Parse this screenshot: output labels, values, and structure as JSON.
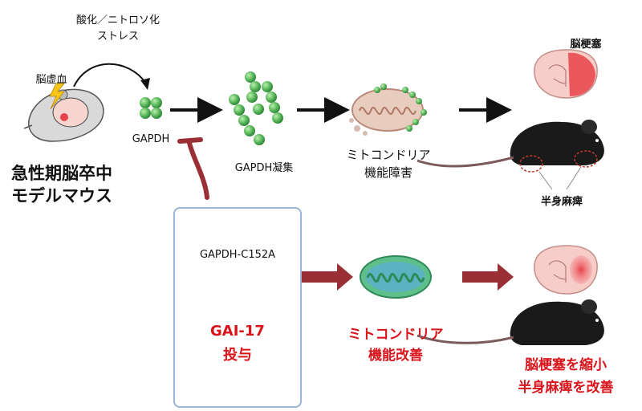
{
  "labels": {
    "oxidative_stress_line1": "酸化／ニトロソ化",
    "oxidative_stress_line2": "ストレス",
    "ischemia": "脳虚血",
    "model_line1": "急性期脳卒中",
    "model_line2": "モデルマウス",
    "gapdh": "GAPDH",
    "gapdh_aggregation": "GAPDH凝集",
    "mito_dysfunction_line1": "ミトコンドリア",
    "mito_dysfunction_line2": "機能障害",
    "infarct": "脳梗塞",
    "hemiplegia": "半身麻痺",
    "mutant": "GAPDH-C152A",
    "drug_line1": "GAI-17",
    "drug_line2": "投与",
    "mito_improve_line1": "ミトコンドリア",
    "mito_improve_line2": "機能改善",
    "outcome_line1": "脳梗塞を縮小",
    "outcome_line2": "半身麻痺を改善"
  },
  "colors": {
    "arrow_black": "#111111",
    "arrow_darkred": "#9b2f36",
    "highlight_red": "#d9141b",
    "box_border": "#98b4d6",
    "gapdh_green": "#5cb85c",
    "mito_green": "#5fbf8a",
    "mito_inner": "#5bb3c2",
    "damaged_mito": "#c99a86",
    "infarct_red": "#e8424a",
    "brain_pink": "#f7cdc9"
  },
  "icons": [
    "curved-arrow-icon",
    "lightning-icon",
    "mouse-brain-icon",
    "gapdh-tetramer-icon",
    "gapdh-aggregate-icon",
    "damaged-mitochondrion-icon",
    "brain-infarct-icon",
    "black-mouse-icon",
    "inhibition-arrow-icon",
    "dna-icon",
    "capsule-icon",
    "healthy-mitochondrion-icon",
    "brain-reduced-infarct-icon"
  ]
}
